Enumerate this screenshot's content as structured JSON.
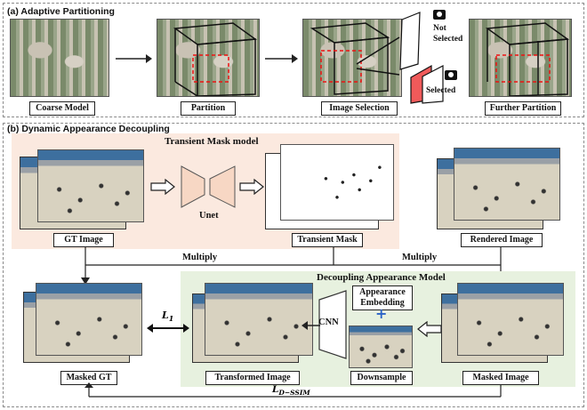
{
  "section_a": {
    "title": "(a) Adaptive Partitioning",
    "captions": [
      "Coarse Model",
      "Partition",
      "Image Selection",
      "Further Partition"
    ],
    "not_selected": "Not\nSelected",
    "selected": "Selected"
  },
  "section_b": {
    "title": "(b) Dynamic Appearance Decoupling",
    "transient_model_title": "Transient Mask model",
    "unet": "Unet",
    "gt_image": "GT Image",
    "transient_mask": "Transient Mask",
    "rendered_image": "Rendered Image",
    "multiply_left": "Multiply",
    "multiply_right": "Multiply",
    "decoupling_title": "Decoupling Appearance Model",
    "appearance_embedding": "Appearance\nEmbedding",
    "plus": "+",
    "cnn": "CNN",
    "masked_gt": "Masked GT",
    "transformed_image": "Transformed Image",
    "downsample": "Downsample",
    "masked_image": "Masked Image",
    "l1": "L",
    "l1_sub": "1",
    "ldssim": "L",
    "ldssim_sub": "D−SSIM"
  },
  "colors": {
    "transient_bg": "#fbe9df",
    "decoupling_bg": "#e7f1df",
    "unet_fill": "#f7d7c4",
    "selected_red": "#f05a5a",
    "arrow": "#222222"
  },
  "icons": [
    "camera-icon",
    "plus-icon",
    "arrow-icon"
  ]
}
